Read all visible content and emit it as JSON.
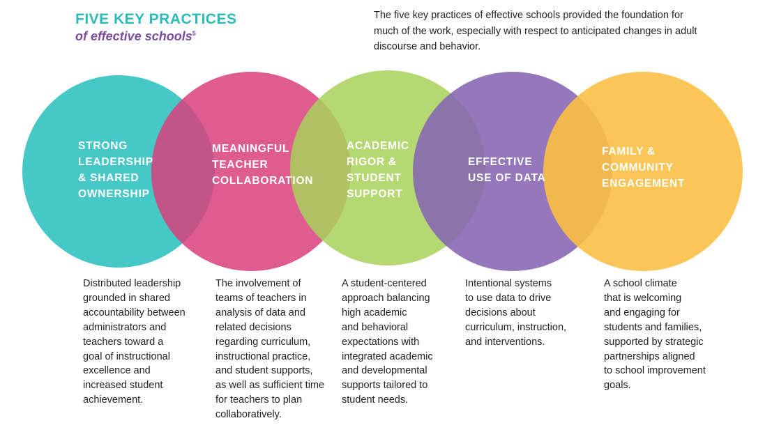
{
  "header": {
    "title": "FIVE KEY PRACTICES",
    "subtitle": "of effective schools",
    "footnote": "5",
    "intro": "The five key practices of effective schools provided the foundation for much of the work, especially with respect to anticipated changes in adult discourse and behavior."
  },
  "practices": [
    {
      "label": "STRONG\nLEADERSHIP\n& SHARED\nOWNERSHIP",
      "color": "#3ec6c5",
      "description": "Distributed leadership\ngrounded in shared\naccountability between\nadministrators and\nteachers toward a\ngoal of instructional\nexcellence and\nincreased student\nachievement."
    },
    {
      "label": "MEANINGFUL\nTEACHER\nCOLLABORATION",
      "color": "#d93f7c",
      "description": "The involvement of\nteams of teachers in\nanalysis of data and\nrelated decisions\nregarding curriculum,\ninstructional practice,\nand student supports,\nas well as sufficient time\nfor teachers to plan\ncollaboratively."
    },
    {
      "label": "ACADEMIC\nRIGOR &\nSTUDENT\nSUPPORT",
      "color": "#a8d15a",
      "description": "A student-centered\napproach balancing\nhigh academic\nand behavioral\nexpectations with\nintegrated academic\nand developmental\nsupports tailored to\nstudent needs."
    },
    {
      "label": "EFFECTIVE\nUSE OF DATA",
      "color": "#8565b2",
      "description": "Intentional systems\nto use data to drive\ndecisions about\ncurriculum, instruction,\nand interventions."
    },
    {
      "label": "FAMILY &\nCOMMUNITY\nENGAGEMENT",
      "color": "#fbbf45",
      "description": "A school climate\nthat is welcoming\nand engaging for\nstudents and families,\nsupported by strategic\npartnerships aligned\nto school improvement\ngoals."
    }
  ]
}
